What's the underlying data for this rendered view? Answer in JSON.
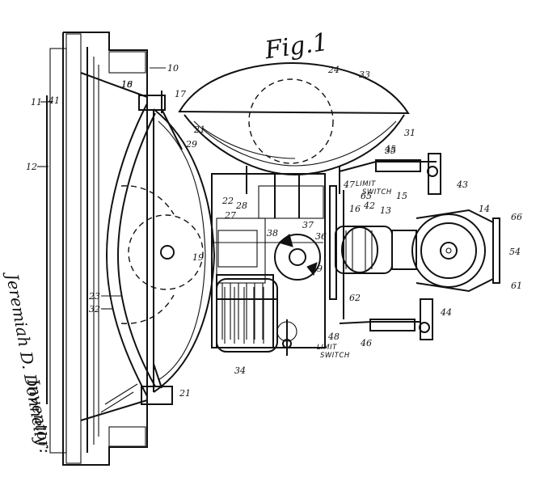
{
  "figure": {
    "title": "Fig.1"
  },
  "inventor": {
    "label": "Inventor:",
    "name": "Jeremiah D. Donnelly"
  },
  "callouts": {
    "r10": "10",
    "r11": "11",
    "r12": "12",
    "r13": "13",
    "r14": "14",
    "r15": "15",
    "r16": "16",
    "r17": "17",
    "r18": "18",
    "r19": "19",
    "r21a": "21",
    "r21b": "21",
    "r22": "22",
    "r23": "23",
    "r24": "24",
    "r27": "27",
    "r28": "28",
    "r29": "29",
    "r31": "31",
    "r32": "32",
    "r33": "33",
    "r34": "34",
    "r35": "35",
    "r36": "36",
    "r37": "37",
    "r38": "38",
    "r39": "39",
    "r41": "41",
    "r42": "42",
    "r43": "43",
    "r44": "44",
    "r45": "45",
    "r46": "46",
    "r47": "47",
    "r48": "48",
    "r54": "54",
    "r61": "61",
    "r62": "62",
    "r65": "65",
    "r66": "66"
  },
  "labels": {
    "limit_switch_upper": [
      "LIMIT",
      "SWITCH"
    ],
    "limit_switch_lower": [
      "LIMIT",
      "SWITCH"
    ]
  }
}
